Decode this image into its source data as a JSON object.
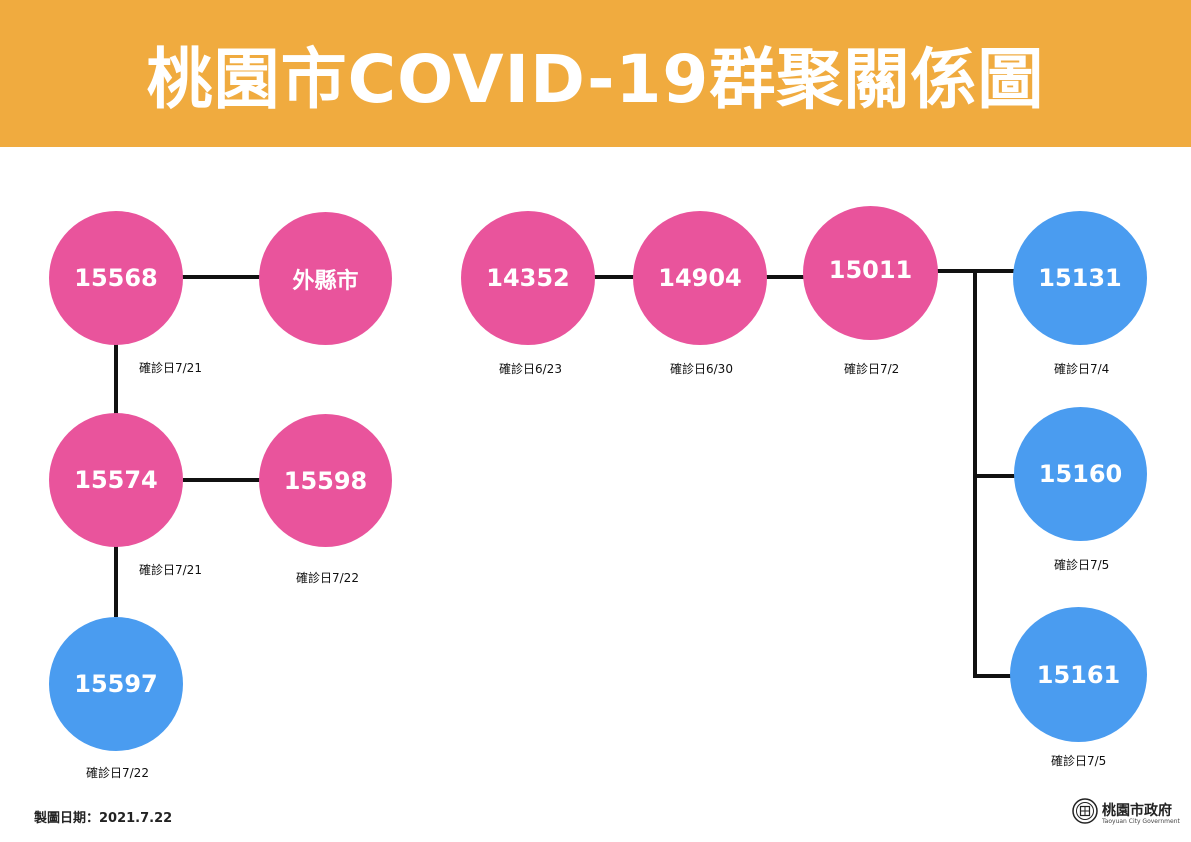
{
  "header": {
    "title": "桃園市COVID-19群聚關係圖",
    "background_color": "#F0AB3F"
  },
  "colors": {
    "pink": "#E9549C",
    "blue": "#4A9CF0",
    "line": "#111111"
  },
  "nodes": [
    {
      "id": "n15568",
      "label": "15568",
      "color": "pink",
      "date": "確診日7/21"
    },
    {
      "id": "nOut",
      "label": "外縣市",
      "color": "pink",
      "date": ""
    },
    {
      "id": "n15574",
      "label": "15574",
      "color": "pink",
      "date": "確診日7/21"
    },
    {
      "id": "n15598",
      "label": "15598",
      "color": "pink",
      "date": "確診日7/22"
    },
    {
      "id": "n15597",
      "label": "15597",
      "color": "blue",
      "date": "確診日7/22"
    },
    {
      "id": "n14352",
      "label": "14352",
      "color": "pink",
      "date": "確診日6/23"
    },
    {
      "id": "n14904",
      "label": "14904",
      "color": "pink",
      "date": "確診日6/30"
    },
    {
      "id": "n15011",
      "label": "15011",
      "color": "pink",
      "date": "確診日7/2"
    },
    {
      "id": "n15131",
      "label": "15131",
      "color": "blue",
      "date": "確診日7/4"
    },
    {
      "id": "n15160",
      "label": "15160",
      "color": "blue",
      "date": "確診日7/5"
    },
    {
      "id": "n15161",
      "label": "15161",
      "color": "blue",
      "date": "確診日7/5"
    }
  ],
  "edges": [
    [
      "n15568",
      "nOut"
    ],
    [
      "n15568",
      "n15574"
    ],
    [
      "n15574",
      "n15598"
    ],
    [
      "n15574",
      "n15597"
    ],
    [
      "n14352",
      "n14904"
    ],
    [
      "n14904",
      "n15011"
    ],
    [
      "n15011",
      "n15131"
    ],
    [
      "n15011",
      "n15160"
    ],
    [
      "n15011",
      "n15161"
    ]
  ],
  "footer": {
    "date_label": "製圖日期：2021.7.22",
    "logo_name": "桃園市政府",
    "logo_subtitle": "Taoyuan City Government"
  }
}
